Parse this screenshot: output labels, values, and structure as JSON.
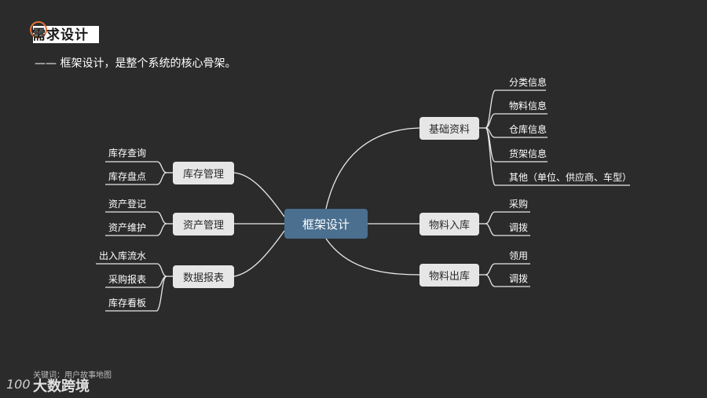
{
  "header": {
    "title": "需求设计",
    "subtitle": "—— 框架设计，是整个系统的核心骨架。"
  },
  "mindmap": {
    "center": "框架设计",
    "right": [
      {
        "label": "基础资料",
        "children": [
          "分类信息",
          "物料信息",
          "仓库信息",
          "货架信息",
          "其他（单位、供应商、车型）"
        ]
      },
      {
        "label": "物料入库",
        "children": [
          "采购",
          "调拨"
        ]
      },
      {
        "label": "物料出库",
        "children": [
          "领用",
          "调拨"
        ]
      }
    ],
    "left": [
      {
        "label": "库存管理",
        "children": [
          "库存查询",
          "库存盘点"
        ]
      },
      {
        "label": "资产管理",
        "children": [
          "资产登记",
          "资产维护"
        ]
      },
      {
        "label": "数据报表",
        "children": [
          "出入库流水",
          "采购报表",
          "库存看板"
        ]
      }
    ]
  },
  "footer": {
    "keywords": "关键词：用户故事地图",
    "logo_text": "大数跨境",
    "logo_mark": "100"
  },
  "colors": {
    "background": "#2b2b2b",
    "center_fill": "#4a6f8f",
    "node_fill": "#e6e6e6",
    "accent": "#e0733a",
    "line": "#e8e8e8"
  }
}
